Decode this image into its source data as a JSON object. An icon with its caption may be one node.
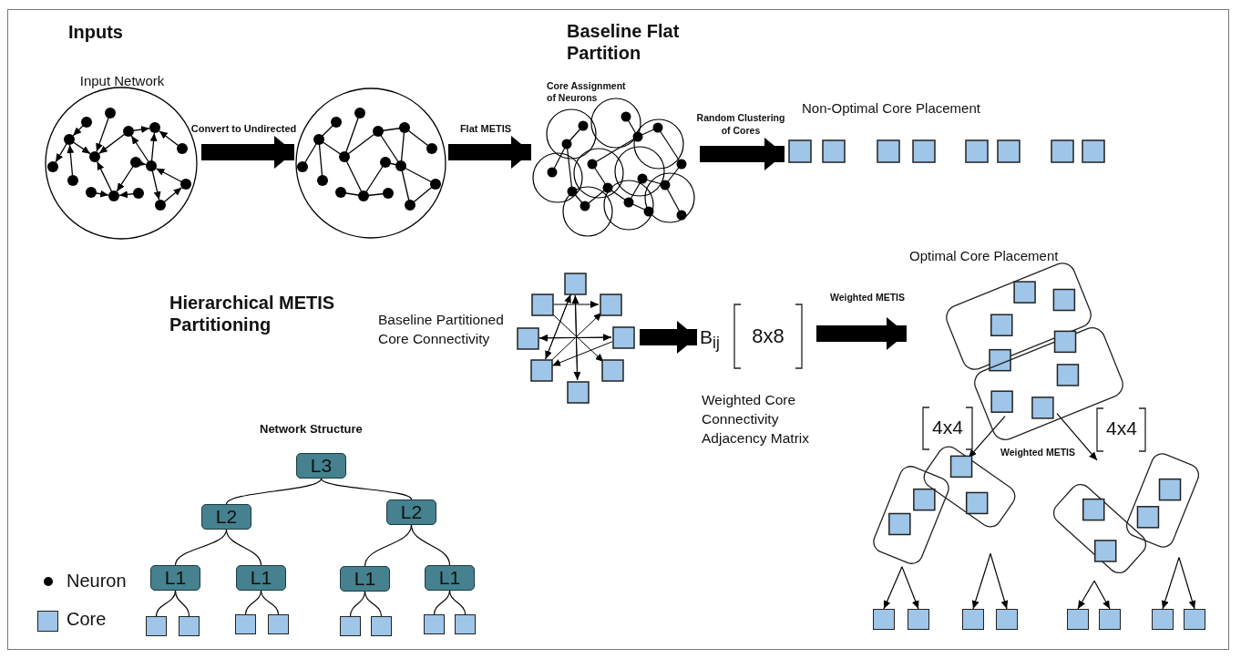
{
  "diagram": {
    "nodes": [
      {
        "text": [
          "Input Network"
        ]
      },
      {
        "text": [],
        "shape": "circle"
      },
      {
        "text": [
          "Core Assignment of Neurons"
        ]
      },
      {
        "text": [
          "Non-Optimal Core Placement"
        ]
      },
      {
        "text": [
          "Baseline Partitioned Core Connectivity"
        ]
      },
      {
        "text": [
          "B$_{ij}$",
          "8x8",
          "Weighted Core Connectivity Adjacency Matrix"
        ]
      },
      {
        "text": [
          "Optimal Core Placement"
        ]
      },
      {
        "text": [],
        "shape": "box",
        "in": 6
      },
      {
        "text": [],
        "shape": "box",
        "in": 6
      },
      {
        "text": [],
        "shape": "box"
      },
      {
        "text": [],
        "shape": "box"
      },
      {
        "text": [],
        "shape": "box"
      },
      {
        "text": [],
        "shape": "box"
      },
      {
        "text": [],
        "shape": "box"
      },
      {
        "text": [],
        "shape": "box"
      },
      {
        "text": [],
        "shape": "box"
      },
      {
        "text": [],
        "shape": "box"
      },
      {
        "text": [],
        "shape": "box"
      },
      {
        "text": [],
        "shape": "box"
      },
      {
        "text": [],
        "shape": "box"
      },
      {
        "text": [],
        "shape": "box"
      },
      {
        "text": [
          "L3"
        ]
      },
      {
        "text": [
          "L2"
        ]
      },
      {
        "text": [
          "L2"
        ]
      },
      {
        "text": [
          "L1"
        ]
      },
      {
        "text": [
          "L1"
        ]
      },
      {
        "text": [
          "L1"
        ]
      },
      {
        "text": [
          "L1"
        ]
      },
      {
        "text": [],
        "shape": "box"
      },
      {
        "text": [],
        "shape": "box"
      },
      {
        "text": [],
        "shape": "box"
      },
      {
        "text": [],
        "shape": "box"
      },
      {
        "text": [],
        "shape": "box"
      },
      {
        "text": [],
        "shape": "box"
      },
      {
        "text": [],
        "shape": "box"
      },
      {
        "text": [],
        "shape": "box"
      }
    ],
    "edges": [
      {
        "from": 0,
        "to": 1,
        "arrow": "to",
        "label": "Convert to Undirected",
        "style": "thick"
      },
      {
        "from": 1,
        "to": 2,
        "arrow": "to",
        "label": "Flat METIS",
        "style": "thick"
      },
      {
        "from": 2,
        "to": 3,
        "arrow": "to",
        "label": "Random Clustering of Cores",
        "style": "thick"
      },
      {
        "from": 4,
        "to": 5,
        "arrow": "to",
        "style": "thick"
      },
      {
        "from": 5,
        "to": 6,
        "arrow": "to",
        "label": "Weighted METIS",
        "style": "thick"
      },
      {
        "from": 8,
        "to": 10,
        "arrow": "to"
      },
      {
        "from": 8,
        "to": 11,
        "arrow": "to",
        "label": "Weighted METIS"
      },
      {
        "from": 9,
        "to": 13,
        "arrow": "to"
      },
      {
        "from": 9,
        "to": 14,
        "arrow": "to"
      },
      {
        "from": 10,
        "to": 15,
        "arrow": "to"
      },
      {
        "from": 10,
        "to": 16,
        "arrow": "to"
      },
      {
        "from": 11,
        "to": 17,
        "arrow": "to"
      },
      {
        "from": 11,
        "to": 18,
        "arrow": "to"
      },
      {
        "from": 12,
        "to": 19,
        "arrow": "to"
      },
      {
        "from": 12,
        "to": 20,
        "arrow": "to"
      },
      {
        "from": 21,
        "to": 22,
        "arrow": "none"
      },
      {
        "from": 21,
        "to": 23,
        "arrow": "none"
      },
      {
        "from": 22,
        "to": 24,
        "arrow": "none"
      },
      {
        "from": 22,
        "to": 25,
        "arrow": "none"
      },
      {
        "from": 23,
        "to": 26,
        "arrow": "none"
      },
      {
        "from": 23,
        "to": 27,
        "arrow": "none"
      },
      {
        "from": 24,
        "to": 28,
        "arrow": "none"
      },
      {
        "from": 24,
        "to": 29,
        "arrow": "none"
      },
      {
        "from": 25,
        "to": 30,
        "arrow": "none"
      },
      {
        "from": 25,
        "to": 31,
        "arrow": "none"
      },
      {
        "from": 26,
        "to": 32,
        "arrow": "none"
      },
      {
        "from": 26,
        "to": 33,
        "arrow": "none"
      },
      {
        "from": 27,
        "to": 34,
        "arrow": "none"
      },
      {
        "from": 27,
        "to": 35,
        "arrow": "none"
      }
    ],
    "labels": [
      "Inputs",
      "Baseline Flat Partition",
      "Hierarchical METIS Partitioning",
      "Network Structure",
      "4x4",
      "4x4"
    ],
    "legend": [
      {
        "text": "Neuron"
      },
      {
        "text": "Core",
        "color": "#9fc5e8"
      }
    ]
  }
}
